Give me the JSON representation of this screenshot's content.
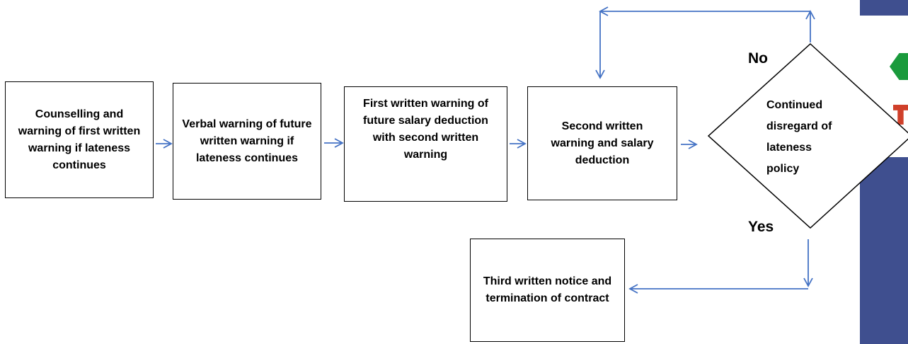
{
  "diagram": {
    "nodes": [
      {
        "id": "step1",
        "shape": "box",
        "label": "Counselling and warning of first written warning if lateness continues"
      },
      {
        "id": "step2",
        "shape": "box",
        "label": "Verbal warning of future written warning if lateness continues"
      },
      {
        "id": "step3",
        "shape": "box",
        "label": "First written warning of future salary deduction with second written warning"
      },
      {
        "id": "step4",
        "shape": "box",
        "label": "Second written warning and salary deduction"
      },
      {
        "id": "decision",
        "shape": "diamond",
        "label": "Continued\ndisregard of\nlateness\npolicy"
      },
      {
        "id": "termination",
        "shape": "box",
        "label": "Third written notice and termination of contract"
      }
    ],
    "edges": [
      {
        "from": "step1",
        "to": "step2"
      },
      {
        "from": "step2",
        "to": "step3"
      },
      {
        "from": "step3",
        "to": "step4"
      },
      {
        "from": "step4",
        "to": "decision"
      },
      {
        "from": "decision",
        "to": "step4",
        "label": "No"
      },
      {
        "from": "decision",
        "to": "termination",
        "label": "Yes"
      }
    ],
    "branch_labels": {
      "no": "No",
      "yes": "Yes"
    },
    "colors": {
      "arrow": "#4472c4",
      "box_border": "#000000",
      "side_bar": "#3f4f8f",
      "side_green": "#1a9a3c",
      "side_red": "#d0402a"
    }
  }
}
